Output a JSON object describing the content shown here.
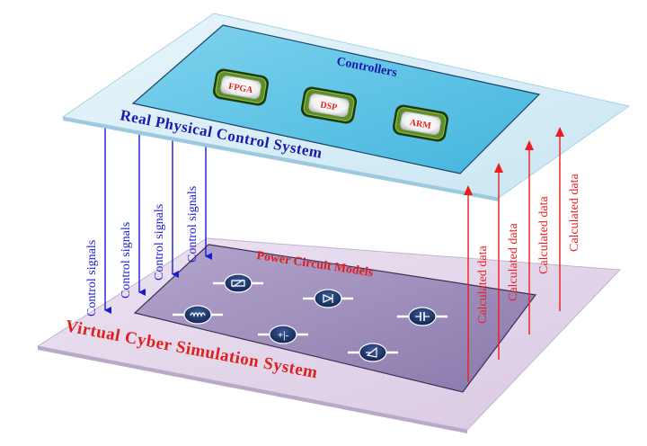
{
  "top_layer": {
    "inner_title": "Controllers",
    "chips": [
      {
        "label": "FPGA"
      },
      {
        "label": "DSP"
      },
      {
        "label": "ARM"
      }
    ],
    "edge_title": "Real Physical Control System",
    "colors": {
      "outer": "#d6ecf5",
      "inner": "#5ec3e6",
      "title": "#1a1ab0"
    }
  },
  "bottom_layer": {
    "inner_title": "Power Circuit Models",
    "components": [
      {
        "icon": "resistor-icon"
      },
      {
        "icon": "diode-icon"
      },
      {
        "icon": "inductor-icon"
      },
      {
        "icon": "dc-source-icon"
      },
      {
        "icon": "capacitor-icon"
      },
      {
        "icon": "ac-source-icon"
      }
    ],
    "edge_title": "Virtual Cyber Simulation System",
    "colors": {
      "outer": "#e3d6ea",
      "inner": "#9a8ab8",
      "title": "#e0201c"
    }
  },
  "down_arrows": {
    "labels": [
      "Control signals",
      "Control signals",
      "Control signals",
      "Control signals"
    ],
    "color": "#1a1ad0"
  },
  "up_arrows": {
    "labels": [
      "Calculated data",
      "Calculated data",
      "Calculated data",
      "Calculated data"
    ],
    "color": "#ee1c1c"
  }
}
